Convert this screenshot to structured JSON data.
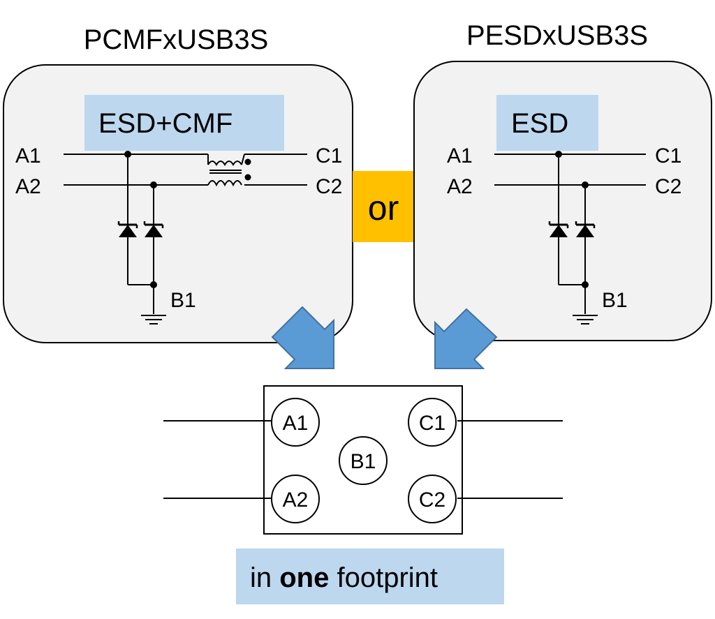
{
  "left_block": {
    "title": "PCMFxUSB3S",
    "function_label": "ESD+CMF",
    "pins": {
      "a1": "A1",
      "a2": "A2",
      "c1": "C1",
      "c2": "C2",
      "b1": "B1"
    }
  },
  "right_block": {
    "title": "PESDxUSB3S",
    "function_label": "ESD",
    "pins": {
      "a1": "A1",
      "a2": "A2",
      "c1": "C1",
      "c2": "C2",
      "b1": "B1"
    }
  },
  "connector": {
    "label": "or"
  },
  "footprint": {
    "pins": {
      "a1": "A1",
      "a2": "A2",
      "b1": "B1",
      "c1": "C1",
      "c2": "C2"
    },
    "caption": {
      "pre": "in ",
      "bold": "one",
      "post": " footprint"
    }
  },
  "colors": {
    "panel_fill": "#f2f2f2",
    "label_fill": "#bdd7ee",
    "or_fill": "#ffc000",
    "arrow_fill": "#5b9bd5",
    "arrow_stroke": "#41719c"
  }
}
